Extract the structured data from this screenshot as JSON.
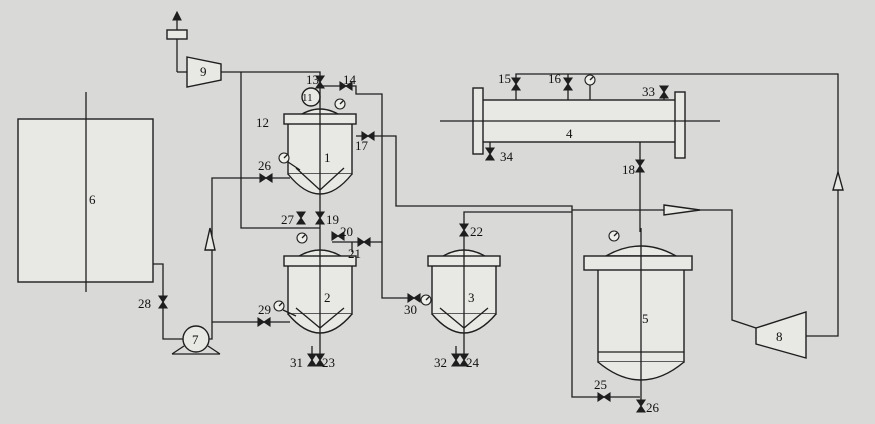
{
  "equipment": {
    "1": "1",
    "2": "2",
    "3": "3",
    "4": "4",
    "5": "5",
    "6": "6",
    "7": "7",
    "8": "8",
    "9": "9",
    "11": "11",
    "12": "12"
  },
  "valves": {
    "13": "13",
    "14": "14",
    "15": "15",
    "16": "16",
    "17": "17",
    "18": "18",
    "19": "19",
    "20": "20",
    "21": "21",
    "22": "22",
    "23": "23",
    "24": "24",
    "25": "25",
    "26a": "26",
    "26b": "26",
    "27": "27",
    "28": "28",
    "29": "29",
    "30": "30",
    "31": "31",
    "32": "32",
    "33": "33",
    "34": "34"
  },
  "colors": {
    "line": "#1e1e1e",
    "paper": "#d9dad8",
    "equipment_fill": "#e8e8e4"
  }
}
